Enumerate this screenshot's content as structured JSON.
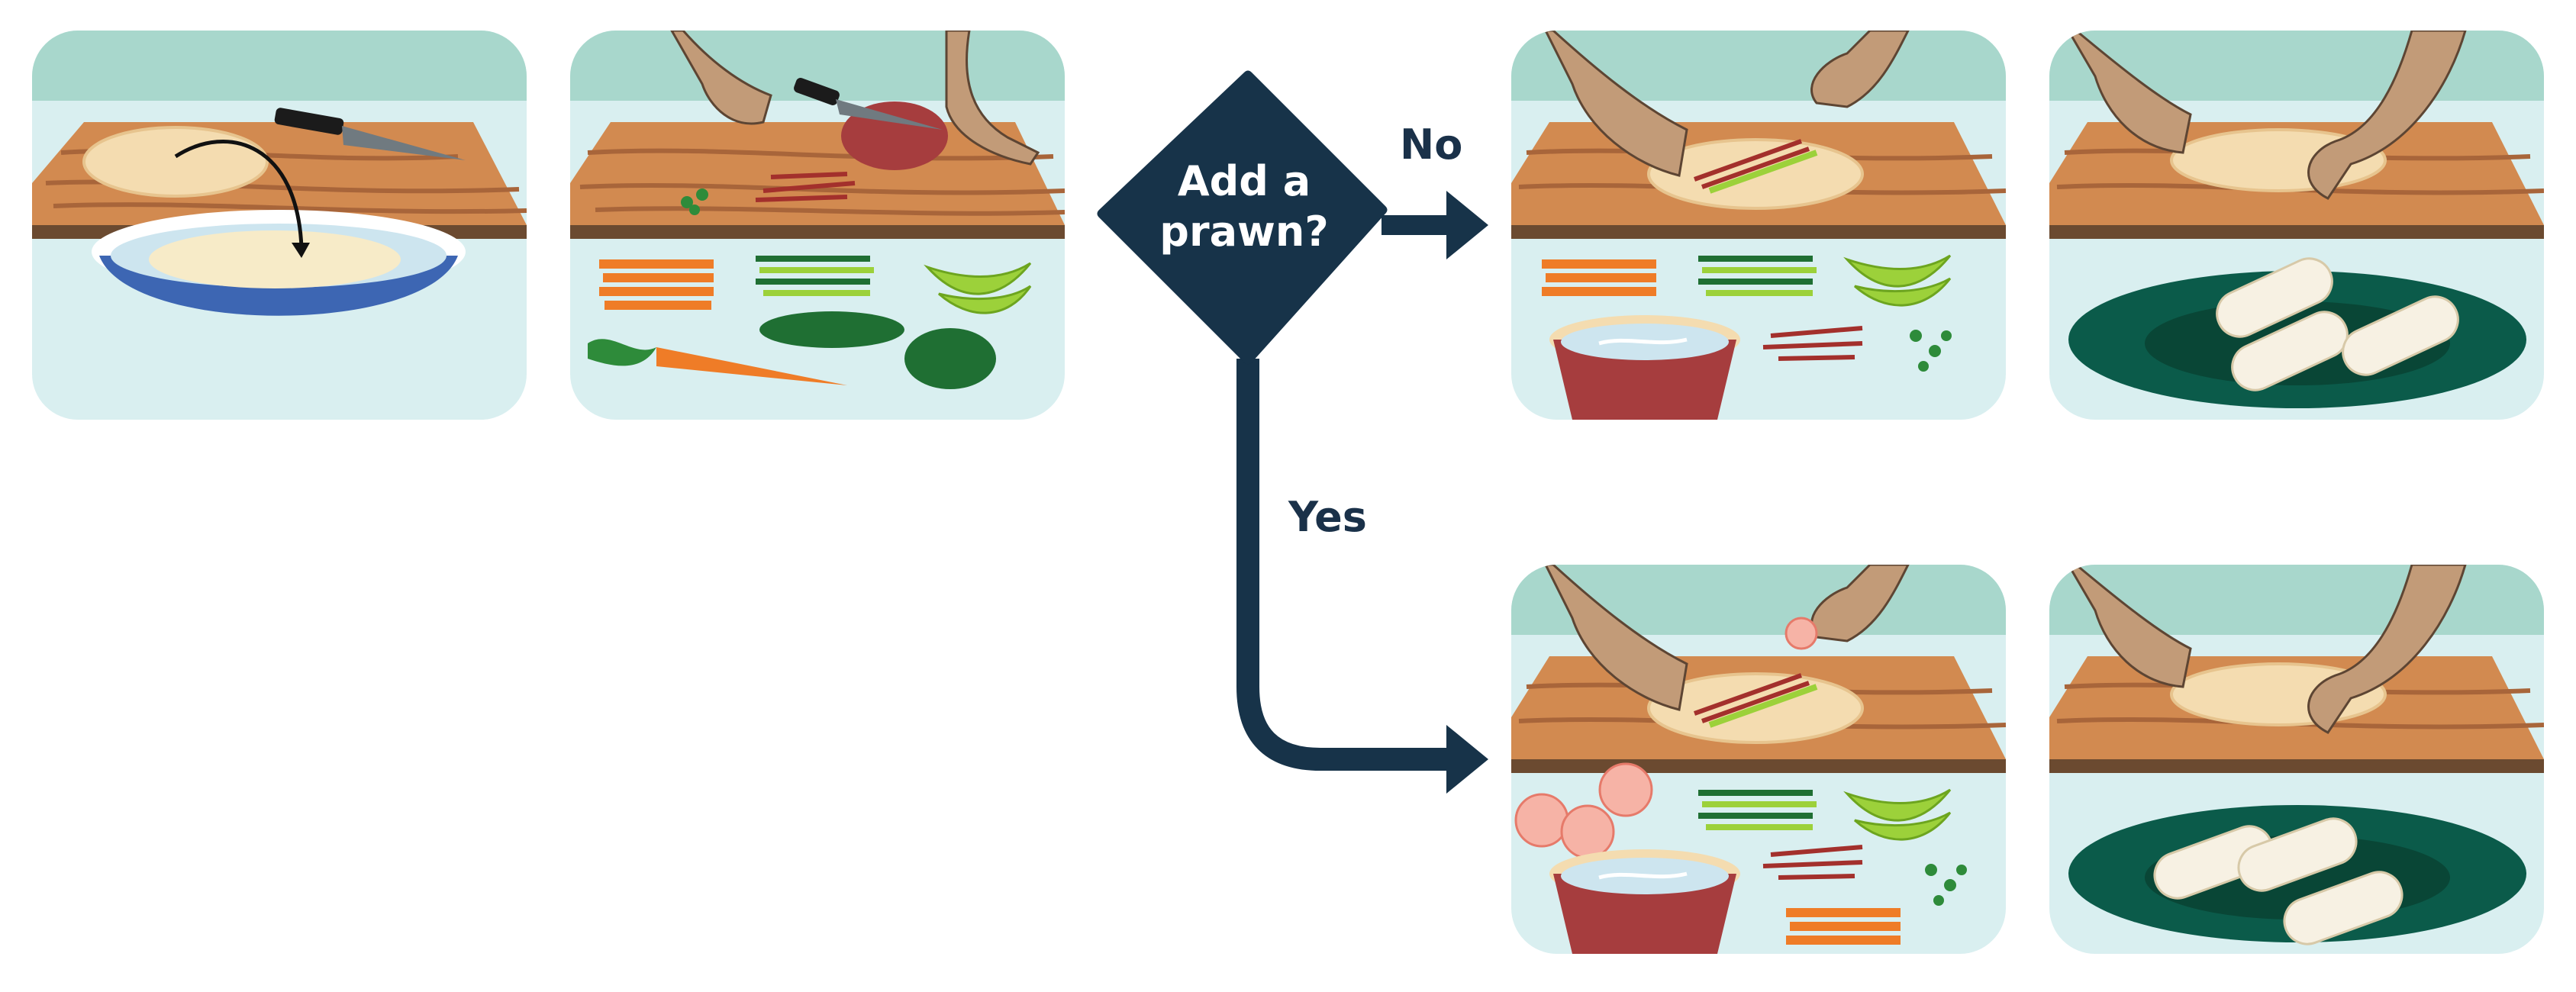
{
  "decision": {
    "question_line1": "Add a",
    "question_line2": "prawn?",
    "no_label": "No",
    "yes_label": "Yes"
  },
  "colors": {
    "navy": "#173349",
    "panel_bg": "#d9eff0",
    "panel_top": "#a8d7cc",
    "board": "#d28a50",
    "board_edge": "#6b4a30",
    "skin": "#c29b78",
    "bowl_blue": "#3d66b3",
    "bowl_red": "#a63d3e",
    "plate_green": "#0b5b4a",
    "carrot": "#ef7c27",
    "cucumber": "#1f6f33",
    "lettuce": "#9cd13a"
  },
  "icons": [
    "knife-icon",
    "arrow-curve-icon",
    "hand-icon",
    "prawn-icon",
    "carrot-icon",
    "cucumber-icon",
    "avocado-icon",
    "noodle-bowl-icon",
    "roll-icon"
  ]
}
